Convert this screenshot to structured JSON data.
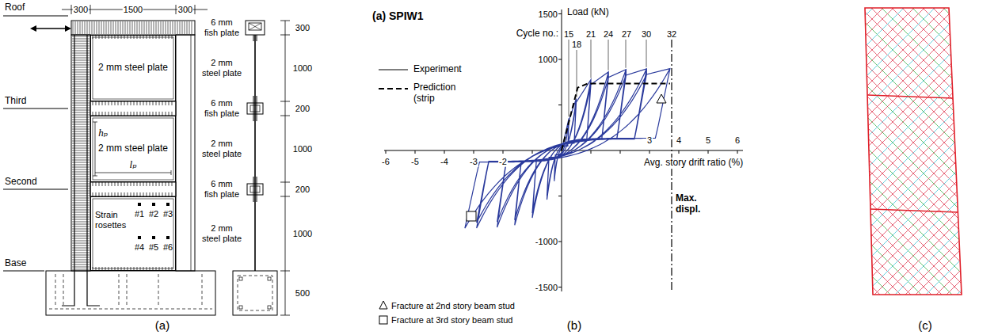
{
  "diagram": {
    "nodes": [
      {
        "text": [
          "2 mm steel plate"
        ]
      },
      {
        "text": [
          "hₚ",
          "2 mm steel plate",
          "lₚ"
        ]
      },
      {
        "text": [
          "Strain rosettes",
          "#1",
          "#2",
          "#3",
          "#4",
          "#5",
          "#6"
        ]
      }
    ],
    "labels": [
      "300",
      "1500",
      "300",
      "Roof",
      "Third",
      "Second",
      "Base",
      "6 mm fish plate",
      "2 mm steel plate",
      "6 mm fish plate",
      "2 mm steel plate",
      "6 mm fish plate",
      "2 mm steel plate",
      "300",
      "1000",
      "200",
      "1000",
      "200",
      "1000",
      "500",
      "(a)",
      "(a) SPIW1",
      "Load (kN)",
      "Cycle no.:",
      "15",
      "18",
      "21",
      "24",
      "27",
      "30",
      "32",
      "1500",
      "1000",
      "-1000",
      "-1500",
      "-6",
      "-5",
      "-4",
      "-3",
      "-2",
      "3",
      "4",
      "5",
      "6",
      "Avg. story drift ratio (%)",
      "Max. displ.",
      "(b)",
      "(c)"
    ],
    "legend": [
      {
        "text": "Experiment"
      },
      {
        "text": "Prediction (strip"
      },
      {
        "text": "Fracture at 2nd story beam stud"
      },
      {
        "text": "Fracture at 3rd story beam stud"
      }
    ]
  }
}
